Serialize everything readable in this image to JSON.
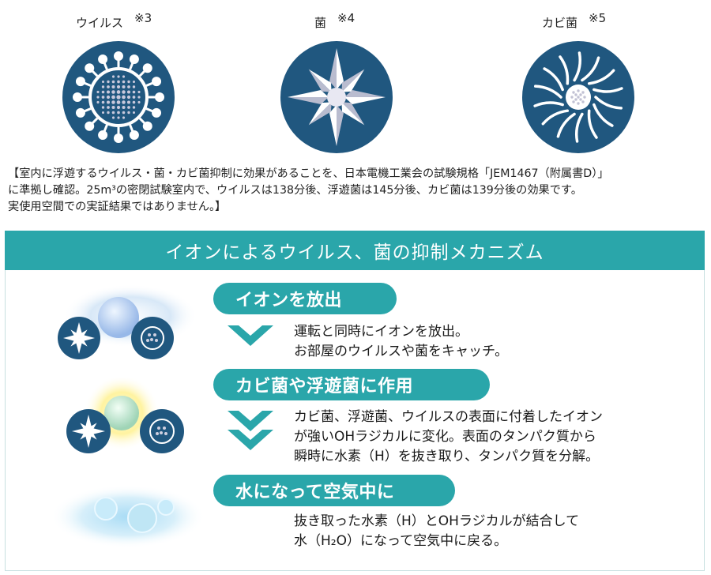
{
  "icons": [
    {
      "label": "ウイルス",
      "note": "※3",
      "icon": "virus-icon"
    },
    {
      "label": "菌",
      "note": "※4",
      "icon": "bacteria-icon"
    },
    {
      "label": "カビ菌",
      "note": "※5",
      "icon": "mold-icon"
    }
  ],
  "note": {
    "line1": "【室内に浮遊するウイルス・菌・カビ菌抑制に効果があることを、日本電機工業会の試験規格「JEM1467（附属書D）」",
    "line2": "に準拠し確認。25m³の密閉試験室内で、ウイルスは138分後、浮遊菌は145分後、カビ菌は139分後の効果です。",
    "line3": "実使用空間での実証結果ではありません。】"
  },
  "banner": {
    "title": "イオンによるウイルス、菌の抑制メカニズム"
  },
  "steps": [
    {
      "title": "イオンを放出",
      "lines": [
        "運転と同時にイオンを放出。",
        "お部屋のウイルスや菌をキャッチ。"
      ]
    },
    {
      "title": "カビ菌や浮遊菌に作用",
      "lines": [
        "カビ菌、浮遊菌、ウイルスの表面に付着したイオン",
        "が強いOHラジカルに変化。表面のタンパク質から",
        "瞬時に水素（H）を抜き取り、タンパク質を分解。"
      ]
    },
    {
      "title": "水になって空気中に",
      "lines": [
        "抜き取った水素（H）とOHラジカルが結合して",
        "水（H₂O）になって空気中に戻る。"
      ]
    }
  ],
  "colors": {
    "navy": "#20577f",
    "teal": "#2aa6aa",
    "light_blue": "#bfe6f5"
  }
}
